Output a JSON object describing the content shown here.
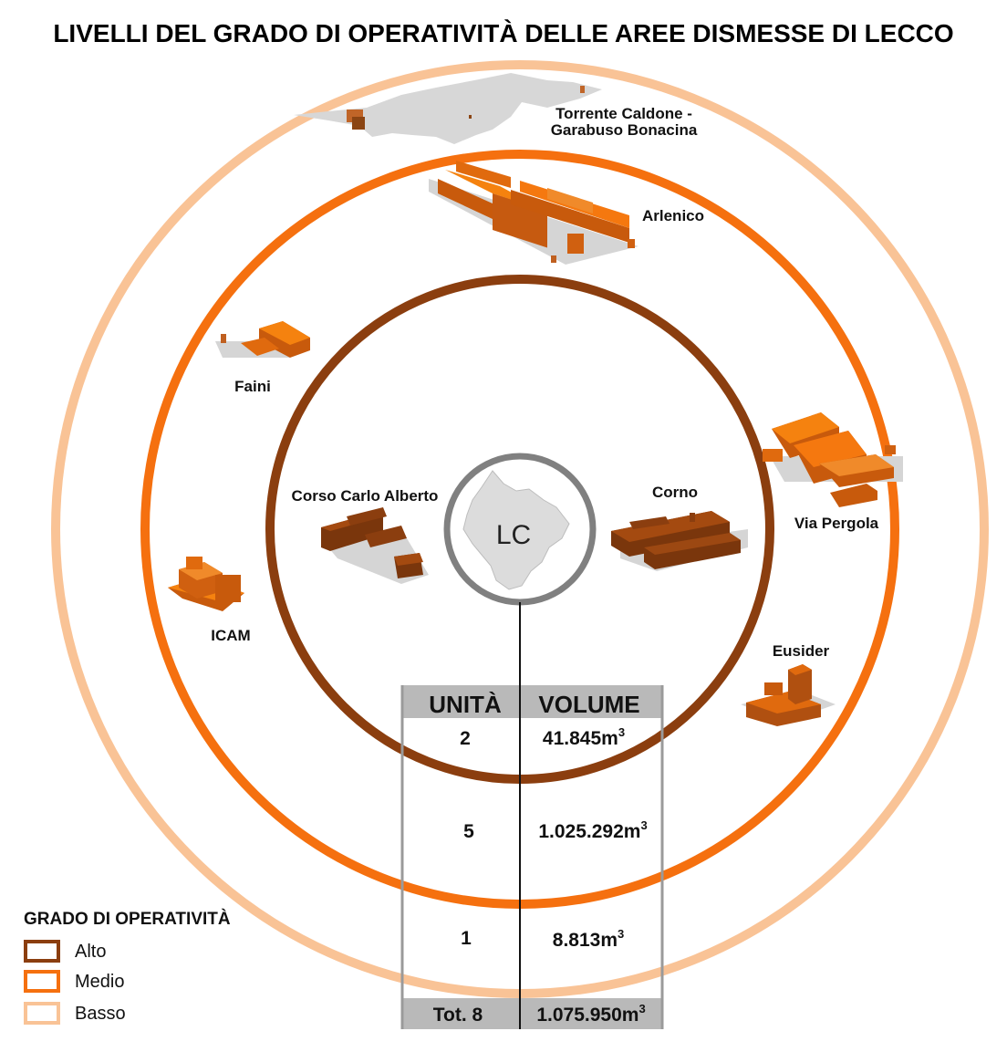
{
  "title": "LIVELLI DEL GRADO DI OPERATIVITÀ DELLE AREE DISMESSE DI LECCO",
  "center": {
    "label": "LC"
  },
  "colors": {
    "alto": "#8b3e0f",
    "medio": "#f5700f",
    "basso": "#f9c396",
    "center_ring": "#808080",
    "table_header": "#b9b9b9"
  },
  "areas": {
    "torrente_1": "Torrente Caldone -",
    "torrente_2": "Garabuso Bonacina",
    "arlenico": "Arlenico",
    "faini": "Faini",
    "via_pergola": "Via Pergola",
    "corso_carlo_alberto": "Corso Carlo Alberto",
    "corno": "Corno",
    "icam": "ICAM",
    "eusider": "Eusider"
  },
  "table": {
    "header": {
      "unita": "UNITÀ",
      "volume": "VOLUME"
    },
    "rows": [
      {
        "unita": "2",
        "volume": "41.845m",
        "sup": "3"
      },
      {
        "unita": "5",
        "volume": "1.025.292m",
        "sup": "3"
      },
      {
        "unita": "1",
        "volume": "8.813m",
        "sup": "3"
      }
    ],
    "total": {
      "unita": "Tot. 8",
      "volume": "1.075.950m",
      "sup": "3"
    }
  },
  "legend": {
    "title": "GRADO DI OPERATIVITÀ",
    "items": [
      "Alto",
      "Medio",
      "Basso"
    ]
  }
}
